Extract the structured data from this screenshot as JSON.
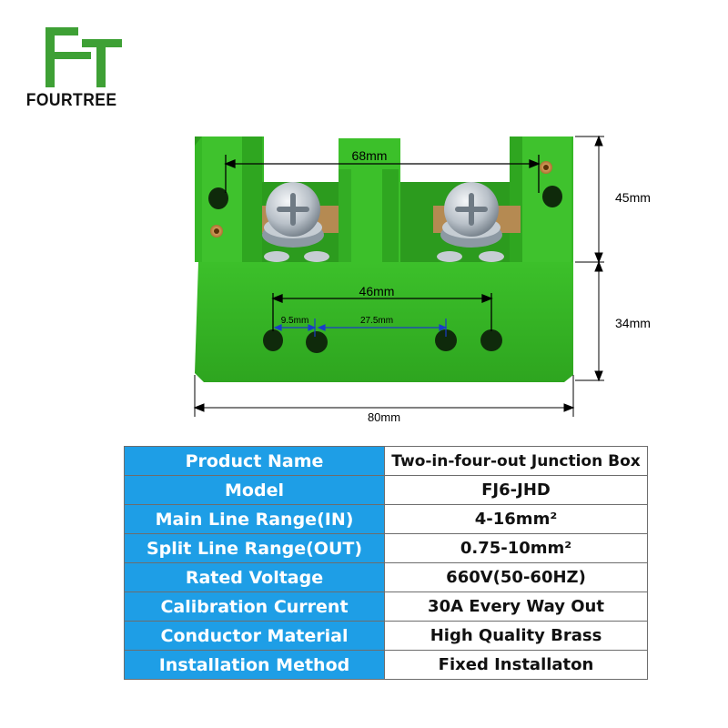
{
  "brand": {
    "name": "FOURTREE",
    "color": "#3ea035"
  },
  "dimensions": {
    "top_hole_spacing": "68mm",
    "height_upper": "45mm",
    "bottom_hole_spacing": "46mm",
    "small_spacing": "9.5mm",
    "mid_spacing": "27.5mm",
    "height_lower": "34mm",
    "width": "80mm"
  },
  "product_color": "#35b526",
  "specs": [
    {
      "label": "Product Name",
      "value": "Two-in-four-out Junction Box"
    },
    {
      "label": "Model",
      "value": "FJ6-JHD"
    },
    {
      "label": "Main Line Range(IN)",
      "value": "4-16mm²"
    },
    {
      "label": "Split Line Range(OUT)",
      "value": "0.75-10mm²"
    },
    {
      "label": "Rated Voltage",
      "value": "660V(50-60HZ)"
    },
    {
      "label": "Calibration Current",
      "value": "30A Every Way Out"
    },
    {
      "label": "Conductor Material",
      "value": "High Quality Brass"
    },
    {
      "label": "Installation Method",
      "value": "Fixed Installaton"
    }
  ],
  "table_colors": {
    "header_bg": "#1e9ee6",
    "value_bg": "#ffffff"
  }
}
